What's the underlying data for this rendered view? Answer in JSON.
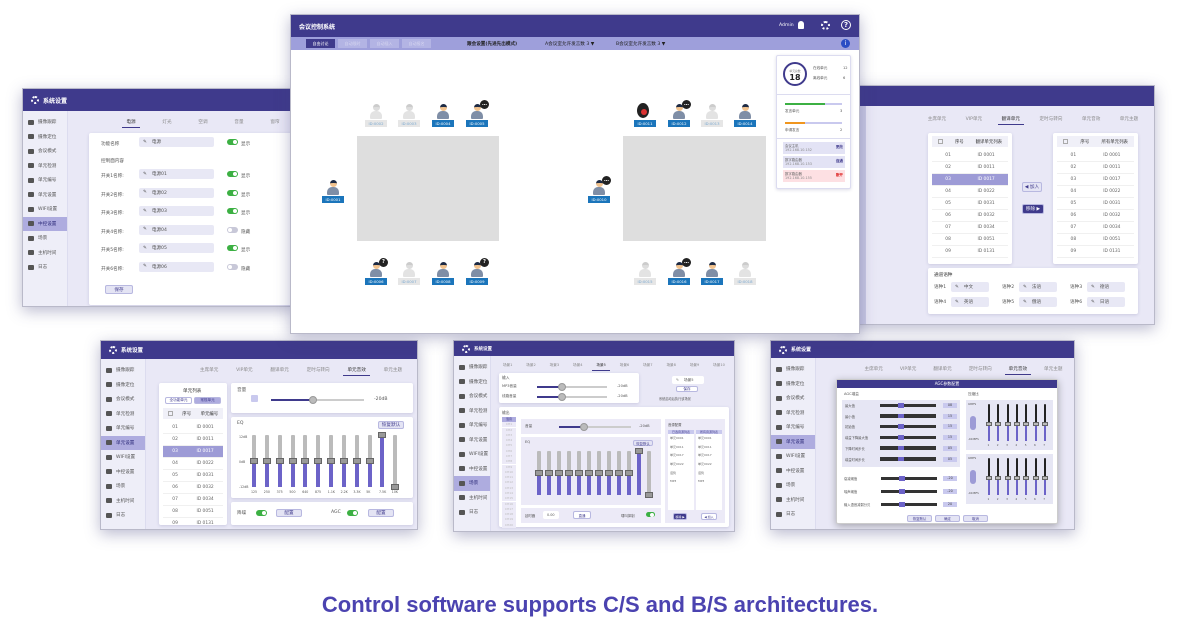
{
  "colors": {
    "header": "#3f3a8c",
    "accent": "#6c63c8",
    "toggle_on": "#3cb043",
    "caption": "#4b43b0",
    "id_label": "#1b75bb"
  },
  "caption": "Control software supports C/S and B/S architectures.",
  "main": {
    "title": "会议控制系统",
    "user": "Admin",
    "modes": [
      "自由讨论",
      "自动限时",
      "自动插入",
      "自动报名"
    ],
    "active_mode": 0,
    "follow": "跟会设置(先进先出模式)",
    "room_a": "A会议室允许发言数 3 ▼",
    "room_b": "B会议室允许发言数 3 ▼",
    "stats": {
      "total_label": "单元总数",
      "total": "18",
      "online_label": "在线单元",
      "online": "12",
      "offline_label": "离线单元",
      "offline": "6",
      "speaking_label": "发言单元",
      "speaking": "3",
      "speaking_pct": 70,
      "request_label": "申请发言",
      "request": "2",
      "request_pct": 35
    },
    "hosts": [
      {
        "name": "会议主机",
        "ip": "192.168.10.152",
        "action": "更改",
        "status": "normal"
      },
      {
        "name": "数字路由器",
        "ip": "192.168.10.153",
        "action": "连通",
        "status": "normal"
      },
      {
        "name": "数字路由器",
        "ip": "192.168.10.155",
        "action": "断开",
        "status": "error"
      }
    ],
    "seats": [
      {
        "id": "ID:0002",
        "state": "offline"
      },
      {
        "id": "ID:0003",
        "state": "offline"
      },
      {
        "id": "ID:0004",
        "state": "online"
      },
      {
        "id": "ID:0005",
        "state": "chat"
      },
      {
        "id": "ID:0001",
        "state": "online"
      },
      {
        "id": "ID:0006",
        "state": "question"
      },
      {
        "id": "ID:0007",
        "state": "offline"
      },
      {
        "id": "ID:0008",
        "state": "online"
      },
      {
        "id": "ID:0009",
        "state": "question"
      },
      {
        "id": "ID:0011",
        "state": "speaking"
      },
      {
        "id": "ID:0012",
        "state": "chat"
      },
      {
        "id": "ID:0013",
        "state": "offline"
      },
      {
        "id": "ID:0014",
        "state": "online"
      },
      {
        "id": "ID:0010",
        "state": "chat"
      },
      {
        "id": "ID:0015",
        "state": "offline"
      },
      {
        "id": "ID:0016",
        "state": "chat"
      },
      {
        "id": "ID:0017",
        "state": "online"
      },
      {
        "id": "ID:0018",
        "state": "offline"
      }
    ]
  },
  "sidebar": [
    "摄像跟踪",
    "摄像定位",
    "会议模式",
    "单元检测",
    "单元编号",
    "单元设置",
    "WIFI设置",
    "中控设置",
    "场景",
    "主机时间",
    "日志"
  ],
  "settings_title": "系统设置",
  "central": {
    "tabs": [
      "电源",
      "灯光",
      "空调",
      "音量",
      "窗帘"
    ],
    "active_tab": 0,
    "active_side": 7,
    "func_label": "功能名称",
    "func_value": "电源",
    "func_show": "显示",
    "panel_label": "控制面内容",
    "switches": [
      {
        "label": "开关1名称:",
        "value": "电源01",
        "on": true,
        "state": "显示"
      },
      {
        "label": "开关2名称:",
        "value": "电源02",
        "on": true,
        "state": "显示"
      },
      {
        "label": "开关3名称:",
        "value": "电源03",
        "on": true,
        "state": "显示"
      },
      {
        "label": "开关4名称:",
        "value": "电源04",
        "on": false,
        "state": "隐藏"
      },
      {
        "label": "开关5名称:",
        "value": "电源05",
        "on": true,
        "state": "显示"
      },
      {
        "label": "开关6名称:",
        "value": "电源06",
        "on": false,
        "state": "隐藏"
      }
    ],
    "save": "保存"
  },
  "unit_tabs": [
    "主席单元",
    "VIP单元",
    "翻译单元",
    "定时与转向",
    "单元音效",
    "单元主题"
  ],
  "translation": {
    "active_tab": 2,
    "left_head": [
      "序号",
      "翻译单元列表"
    ],
    "right_head": [
      "序号",
      "所有单元列表"
    ],
    "rows": [
      [
        "01",
        "ID 0001"
      ],
      [
        "02",
        "ID 0011"
      ],
      [
        "03",
        "ID 0017"
      ],
      [
        "04",
        "ID 0022"
      ],
      [
        "05",
        "ID 0031"
      ],
      [
        "06",
        "ID 0032"
      ],
      [
        "07",
        "ID 0034"
      ],
      [
        "08",
        "ID 0051"
      ],
      [
        "09",
        "ID 0131"
      ]
    ],
    "selected": 2,
    "add": "◀ 加入",
    "remove": "移除 ▶",
    "lang_title": "通道语种",
    "langs": [
      {
        "label": "语种1",
        "value": "中文"
      },
      {
        "label": "语种2",
        "value": "法语"
      },
      {
        "label": "语种3",
        "value": "德语"
      },
      {
        "label": "语种4",
        "value": "英语"
      },
      {
        "label": "语种5",
        "value": "俄语"
      },
      {
        "label": "语种6",
        "value": "日语"
      }
    ]
  },
  "unit_audio": {
    "active_tab": 4,
    "active_side": 5,
    "list_title": "单元列表",
    "btn_full": "全功能单元",
    "btn_normal": "常规单元",
    "head": [
      "序号",
      "单元编号"
    ],
    "rows": [
      [
        "01",
        "ID 0001"
      ],
      [
        "02",
        "ID 0011"
      ],
      [
        "03",
        "ID 0017"
      ],
      [
        "04",
        "ID 0022"
      ],
      [
        "05",
        "ID 0031"
      ],
      [
        "06",
        "ID 0032"
      ],
      [
        "07",
        "ID 0034"
      ],
      [
        "08",
        "ID 0051"
      ],
      [
        "09",
        "ID 0131"
      ]
    ],
    "selected": 2,
    "volume_label": "音量",
    "volume": "-20dB",
    "volume_pct": 45,
    "eq_label": "EQ",
    "reset": "恢复默认",
    "eq_scale": [
      "12dB",
      "0dB",
      "-12dB"
    ],
    "eq_freqs": [
      "125",
      "250",
      "375",
      "500",
      "640",
      "875",
      "1.1K",
      "2.2K",
      "3.3K",
      "5K",
      "7.5K",
      "10K"
    ],
    "eq_gain_db": [
      0,
      0,
      0,
      0,
      0,
      0,
      0,
      0,
      0,
      0,
      12,
      -12
    ],
    "denoise": "降噪",
    "agc": "AGC",
    "config": "配置"
  },
  "scene": {
    "active_side": 8,
    "tabs": [
      "场景1",
      "场景2",
      "场景3",
      "场景4",
      "场景5",
      "场景6",
      "场景7",
      "场景8",
      "场景9",
      "场景10"
    ],
    "active_tab": 4,
    "input_title": "输入",
    "mp3": "MP3音量",
    "line": "线路音量",
    "mp3_db": "-20dB",
    "line_db": "-20dB",
    "mp3_pct": 35,
    "line_pct": 35,
    "scene_name": "场景5",
    "save": "保存",
    "note": "系统启动后执行该场景",
    "output_title": "输出",
    "channels": [
      "混音",
      "CH1",
      "CH2",
      "CH3",
      "CH4",
      "CH5",
      "CH6",
      "CH7",
      "CH8",
      "CH9",
      "CH10",
      "CH11",
      "CH12",
      "CH13",
      "CH14",
      "CH15",
      "CH16",
      "CH17",
      "CH18",
      "CH19",
      "CH20"
    ],
    "vol_label": "音量",
    "vol_db": "-20dB",
    "vol_pct": 35,
    "eq_label": "EQ",
    "reset": "恢复默认",
    "eq_gain_db": [
      0,
      0,
      0,
      0,
      0,
      0,
      0,
      0,
      0,
      0,
      12,
      -12
    ],
    "delay_label": "延时器",
    "delay": "0.00",
    "mode": "直通",
    "howl": "啸叫抑制",
    "src_title": "音源配置",
    "selected_src": "已选音源列表",
    "all_src": "所有音源列表",
    "sources": [
      "单元0001",
      "单元0011",
      "单元0017",
      "单元0022",
      "话筒",
      "MP3"
    ],
    "remove": "移除 ▶",
    "add": "◀ 加入"
  },
  "agc": {
    "active_side": 5,
    "active_tab": 4,
    "title": "AGC参数配置",
    "gain_title": "AGC增益",
    "params": [
      {
        "label": "最大值",
        "value": "08"
      },
      {
        "label": "最小值",
        "value": "15"
      },
      {
        "label": "初始值",
        "value": "15"
      },
      {
        "label": "增益下降最大值",
        "value": "15"
      },
      {
        "label": "下降时间步长",
        "value": "05"
      },
      {
        "label": "增益时间步长",
        "value": "05"
      }
    ],
    "thresholds": [
      {
        "label": "衰减阈值",
        "value": "-20"
      },
      {
        "label": "噪声阈值",
        "value": "-20"
      },
      {
        "label": "输入语音减弱分贝",
        "value": "20"
      }
    ],
    "comp_title": "压缩比",
    "top": "0dBFS",
    "bottom": "-40dBFS",
    "bands": [
      "1",
      "2",
      "3",
      "4",
      "5",
      "6",
      "7"
    ],
    "buttons": [
      "恢复默认",
      "确定",
      "取消"
    ]
  }
}
